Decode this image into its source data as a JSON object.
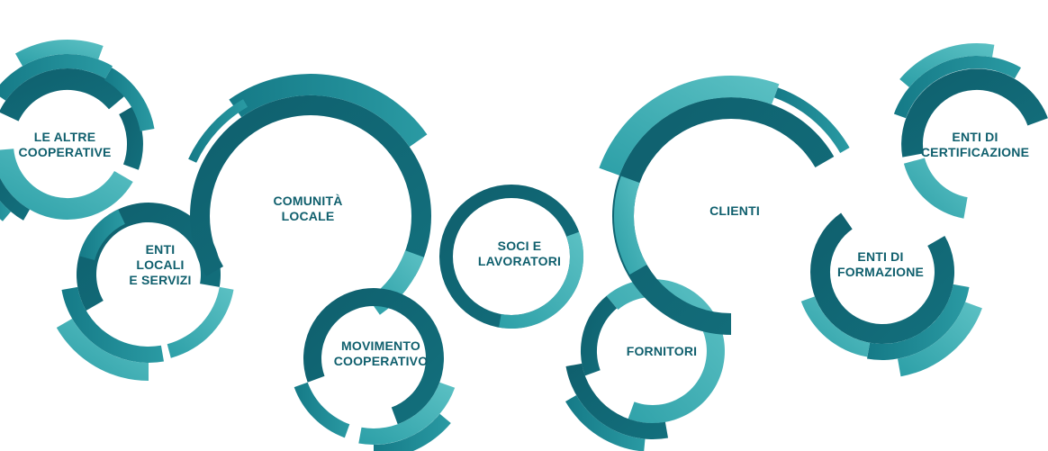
{
  "colors": {
    "dark": "#0f5f6d",
    "mid": "#147d8a",
    "light": "#36a9b0",
    "pale": "#5cc1c4",
    "text": "#0f5f6d",
    "background": "#ffffff"
  },
  "nodes": [
    {
      "id": "le-altre-cooperative",
      "lines": [
        "LE ALTRE",
        "COOPERATIVE"
      ]
    },
    {
      "id": "enti-locali-e-servizi",
      "lines": [
        "ENTI",
        "LOCALI",
        "E SERVIZI"
      ]
    },
    {
      "id": "comunita-locale",
      "lines": [
        "COMUNITÀ",
        "LOCALE"
      ]
    },
    {
      "id": "movimento-cooperativo",
      "lines": [
        "MOVIMENTO",
        "COOPERATIVO"
      ]
    },
    {
      "id": "soci-e-lavoratori",
      "lines": [
        "SOCI E",
        "LAVORATORI"
      ]
    },
    {
      "id": "fornitori",
      "lines": [
        "FORNITORI"
      ]
    },
    {
      "id": "clienti",
      "lines": [
        "CLIENTI"
      ]
    },
    {
      "id": "enti-di-formazione",
      "lines": [
        "ENTI DI",
        "FORMAZIONE"
      ]
    },
    {
      "id": "enti-di-certificazione",
      "lines": [
        "ENTI DI",
        "CERTIFICAZIONE"
      ]
    }
  ]
}
